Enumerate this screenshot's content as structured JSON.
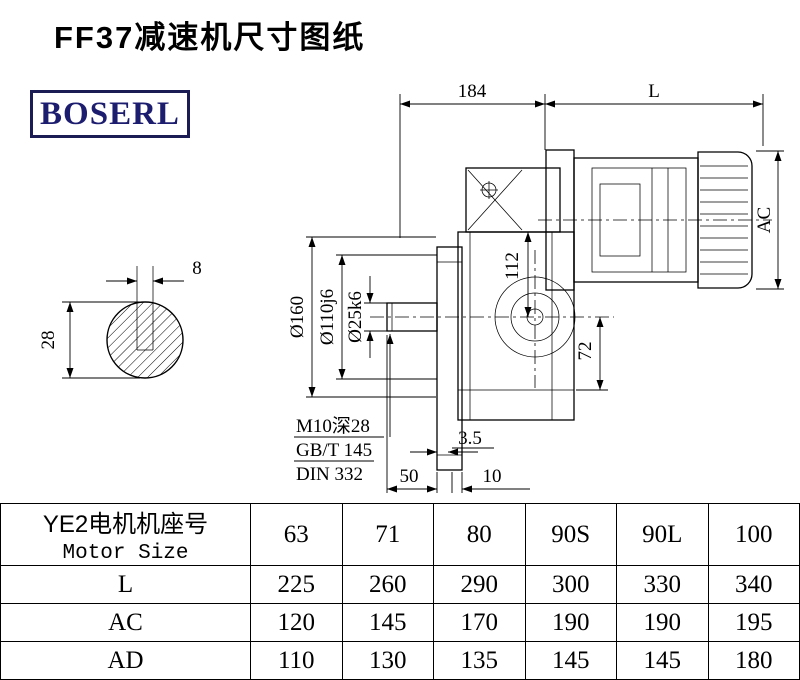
{
  "title": "FF37减速机尺寸图纸",
  "logo": "BOSERL",
  "dims": {
    "width_184": "184",
    "motor_length": "L",
    "motor_ac": "AC",
    "key_width": "8",
    "shaft_dia_section": "28",
    "flange_od": "Ø160",
    "spigot_dia": "Ø110j6",
    "shaft_dia": "Ø25k6",
    "height_112": "112",
    "height_72": "72",
    "dim_3_5": "3.5",
    "dim_50": "50",
    "dim_10": "10"
  },
  "notes": {
    "tap_hole": "M10深28",
    "standard_gb": "GB/T 145",
    "standard_din": "DIN 332"
  },
  "table": {
    "row_header_cn": "YE2电机机座号",
    "row_header_en": "Motor Size",
    "sizes": [
      "63",
      "71",
      "80",
      "90S",
      "90L",
      "100"
    ],
    "rows": [
      {
        "label": "L",
        "values": [
          "225",
          "260",
          "290",
          "300",
          "330",
          "340"
        ]
      },
      {
        "label": "AC",
        "values": [
          "120",
          "145",
          "170",
          "190",
          "190",
          "195"
        ]
      },
      {
        "label": "AD",
        "values": [
          "110",
          "130",
          "135",
          "145",
          "145",
          "180"
        ]
      }
    ]
  }
}
